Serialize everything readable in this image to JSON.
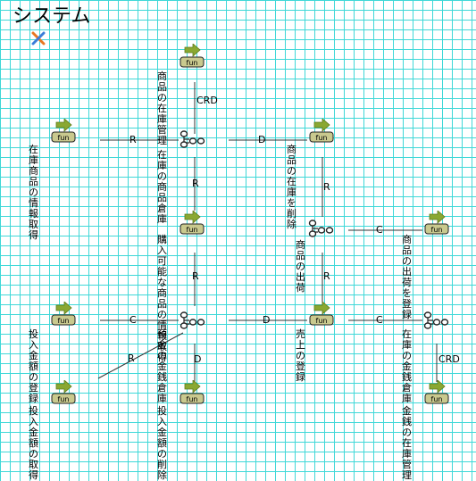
{
  "title": "システム",
  "logo": "system-logo-icon",
  "colors": {
    "grid": "#3fd8d8",
    "arrow": "#8aa832",
    "fun_box": "#c9c98e",
    "line": "#333333"
  },
  "nodes": [
    {
      "id": "n1",
      "kind": "function",
      "badge": "fun",
      "label": "商品の在庫管理"
    },
    {
      "id": "n2",
      "kind": "function",
      "badge": "fun",
      "label": "在庫商品の情報\n取得"
    },
    {
      "id": "n3",
      "kind": "datastore",
      "label": "在庫の商品倉庫"
    },
    {
      "id": "n4",
      "kind": "function",
      "badge": "fun",
      "label": "商品の在庫を削\n除"
    },
    {
      "id": "n5",
      "kind": "function",
      "badge": "fun",
      "label": "購入可能な商品\nの情報取得"
    },
    {
      "id": "n6",
      "kind": "datastore",
      "label": "商品の出荷"
    },
    {
      "id": "n7",
      "kind": "function",
      "badge": "fun",
      "label": "商品の出荷を登\n録"
    },
    {
      "id": "n8",
      "kind": "function",
      "badge": "fun",
      "label": "投入金額の登録"
    },
    {
      "id": "n9",
      "kind": "datastore",
      "label": "預金の金銭倉庫"
    },
    {
      "id": "n10",
      "kind": "function",
      "badge": "fun",
      "label": "売上の登録"
    },
    {
      "id": "n11",
      "kind": "datastore",
      "label": "在庫の金銭倉庫"
    },
    {
      "id": "n12",
      "kind": "function",
      "badge": "fun",
      "label": "投入金額の取得"
    },
    {
      "id": "n13",
      "kind": "function",
      "badge": "fun",
      "label": "投入金額の削除"
    },
    {
      "id": "n14",
      "kind": "function",
      "badge": "fun",
      "label": "金銭の在庫管理"
    }
  ],
  "edges": [
    {
      "id": "e1",
      "label": "CRD"
    },
    {
      "id": "e2",
      "label": "R"
    },
    {
      "id": "e3",
      "label": "D"
    },
    {
      "id": "e4",
      "label": "R"
    },
    {
      "id": "e5",
      "label": "R"
    },
    {
      "id": "e6",
      "label": "C"
    },
    {
      "id": "e7",
      "label": "R"
    },
    {
      "id": "e8",
      "label": "R"
    },
    {
      "id": "e9",
      "label": "C"
    },
    {
      "id": "e10",
      "label": "D"
    },
    {
      "id": "e11",
      "label": "C"
    },
    {
      "id": "e12",
      "label": "R"
    },
    {
      "id": "e13",
      "label": "D"
    },
    {
      "id": "e14",
      "label": "CRD"
    }
  ]
}
